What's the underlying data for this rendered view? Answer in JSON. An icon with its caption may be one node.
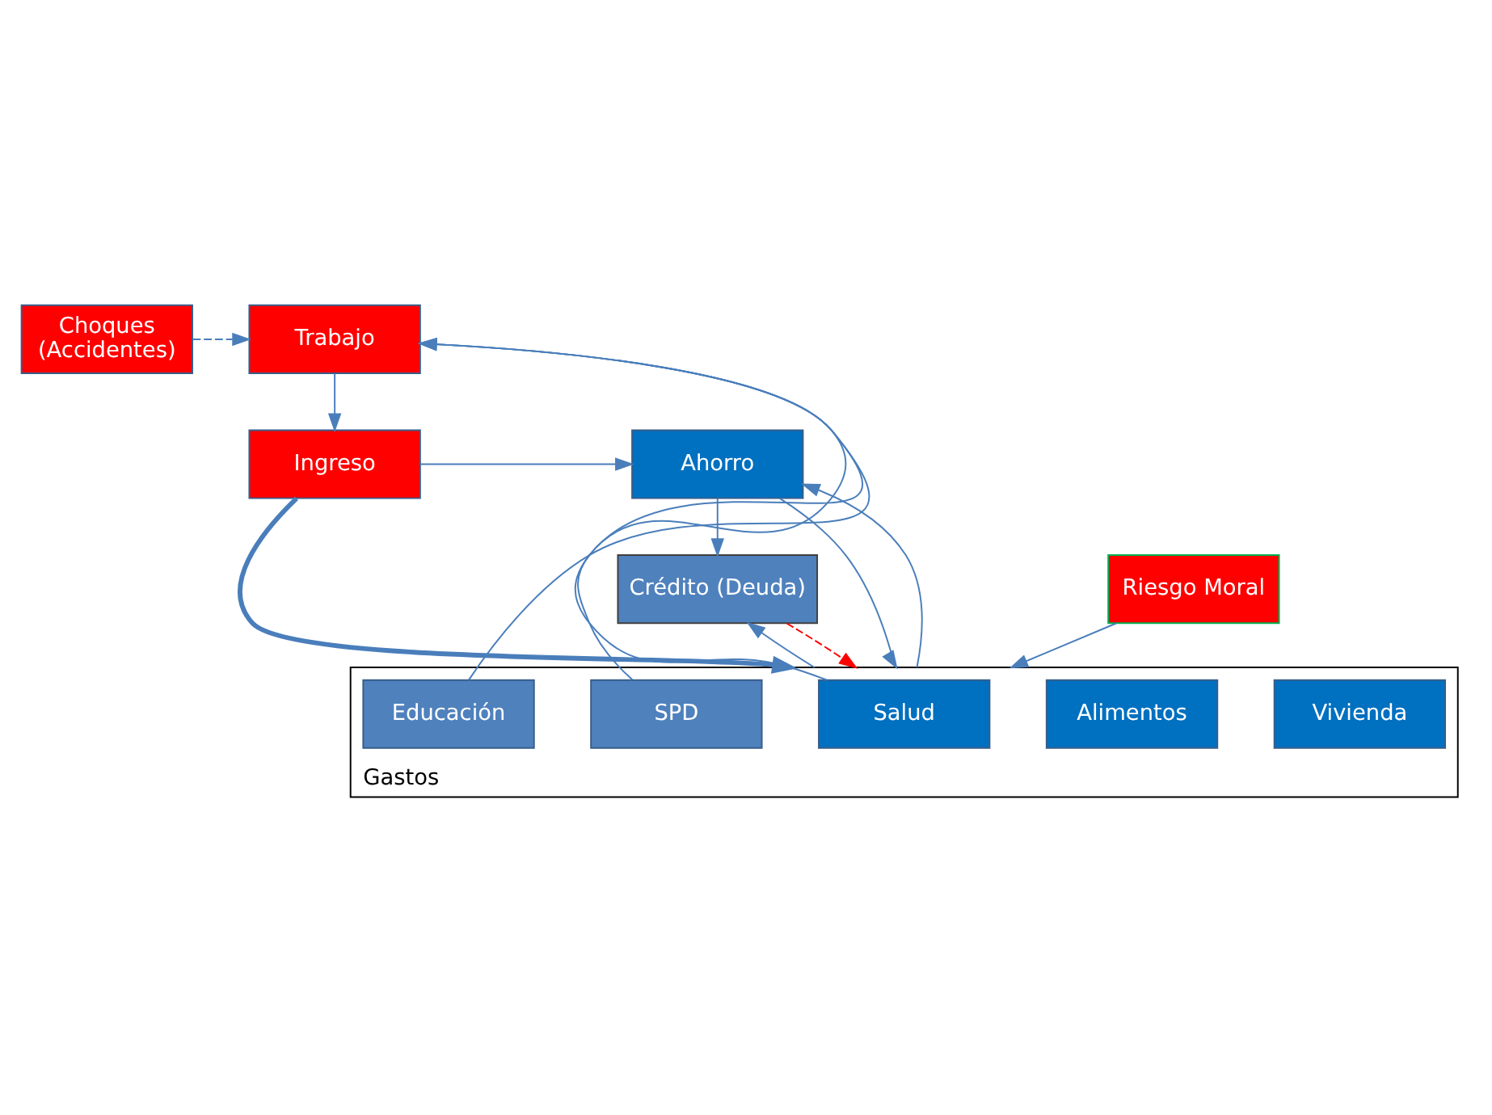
{
  "diagram": {
    "nodes": [
      {
        "text": [
          "Choques",
          "(Accidentes)"
        ]
      },
      {
        "text": [
          "Trabajo"
        ]
      },
      {
        "text": [
          "Ingreso"
        ]
      },
      {
        "text": [
          "Ahorro"
        ]
      },
      {
        "text": [
          "Crédito (Deuda)"
        ]
      },
      {
        "text": [
          "Riesgo Moral"
        ]
      },
      {
        "text": [
          "Gastos"
        ]
      },
      {
        "text": [
          "Vivienda"
        ],
        "in": 6
      },
      {
        "text": [
          "Alimentos"
        ],
        "in": 6
      },
      {
        "text": [
          "Salud"
        ],
        "in": 6
      },
      {
        "text": [
          "SPD"
        ],
        "in": 6
      },
      {
        "text": [
          "Educación"
        ],
        "in": 6
      }
    ],
    "edges": [
      {
        "from": 0,
        "to": 1,
        "arrow": "to",
        "style": "dashed"
      },
      {
        "from": 1,
        "to": 2,
        "arrow": "to"
      },
      {
        "from": 2,
        "to": 3,
        "arrow": "to"
      },
      {
        "from": 2,
        "to": 6,
        "arrow": "to",
        "style": "thick"
      },
      {
        "from": 3,
        "to": 4,
        "arrow": "to"
      },
      {
        "from": 3,
        "to": 6,
        "arrow": "to"
      },
      {
        "from": 4,
        "to": 6,
        "arrow": "to",
        "style": "dashed",
        "color": "#ff0000"
      },
      {
        "from": 5,
        "to": 6,
        "arrow": "to"
      },
      {
        "from": 9,
        "to": 1,
        "arrow": "to"
      },
      {
        "from": 6,
        "to": 3,
        "arrow": "to"
      },
      {
        "from": 6,
        "to": 4,
        "arrow": "to"
      },
      {
        "from": 10,
        "to": 1,
        "arrow": "to"
      },
      {
        "from": 11,
        "to": 1,
        "arrow": "to"
      }
    ]
  }
}
